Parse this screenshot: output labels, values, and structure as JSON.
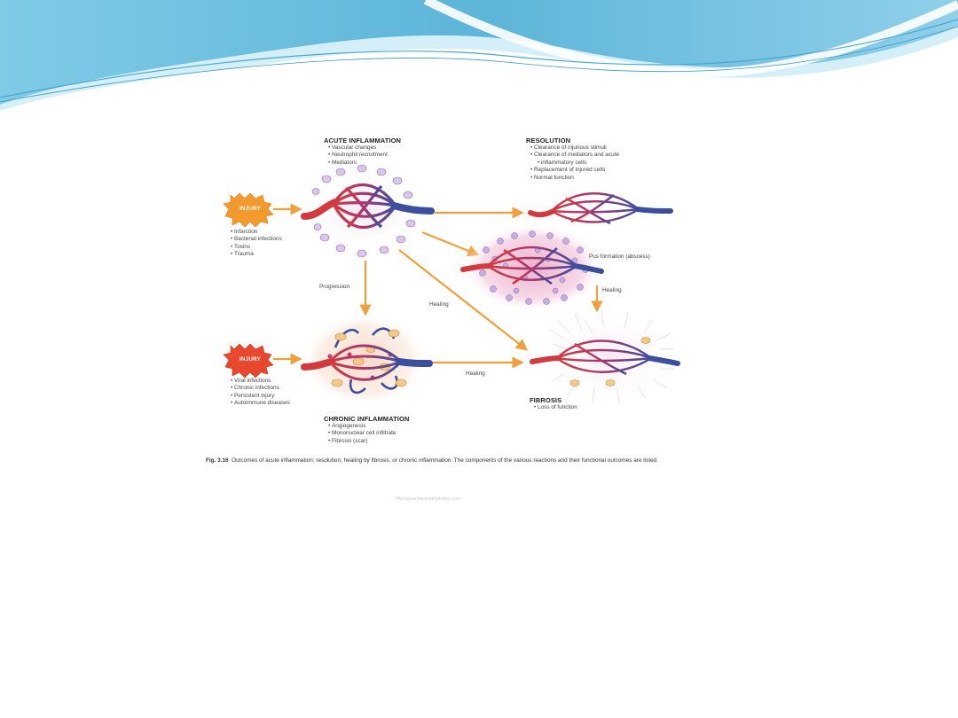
{
  "acute": {
    "title": "ACUTE INFLAMMATION",
    "items": [
      "Vascular changes",
      "Neutrophil recruitment",
      "Mediators"
    ]
  },
  "resolution": {
    "title": "RESOLUTION",
    "items": [
      "Clearance of injurious stimuli",
      "Clearance of mediators and acute",
      "Replacement of injured cells",
      "Normal function"
    ],
    "item_cont": "inflammatory cells"
  },
  "injury_top": {
    "label": "INJURY",
    "items": [
      "Infarction",
      "Bacterial infections",
      "Toxins",
      "Trauma"
    ]
  },
  "injury_bottom": {
    "label": "INJURY",
    "items": [
      "Viral infections",
      "Chronic infections",
      "Persistent injury",
      "Autoimmune diseases"
    ]
  },
  "chronic": {
    "title": "CHRONIC INFLAMMATION",
    "items": [
      "Angiogenesis",
      "Mononuclear cell infiltrate",
      "Fibrosis (scar)"
    ]
  },
  "fibrosis": {
    "title": "FIBROSIS",
    "items": [
      "Loss of function"
    ]
  },
  "arrows": {
    "pus": "Pus formation (abscess)",
    "healing_right": "Healing",
    "progression": "Progression",
    "healing_diag": "Healing",
    "healing_bottom": "Healing"
  },
  "caption": {
    "fig": "Fig. 3.16",
    "text": "Outcomes of acute inflammation: resolution, healing by fibrosis, or chronic inflammation. The components of the various reactions and their functional outcomes are listed."
  },
  "credit": "http://www.bacteriainphotos.com",
  "colors": {
    "banner_dark": "#5fb9d9",
    "banner_light": "#c4e8f3",
    "arrow": "#f0a03a",
    "injury": "#f29a2e",
    "artery": "#d23a3e",
    "vein": "#3b4f9e"
  }
}
